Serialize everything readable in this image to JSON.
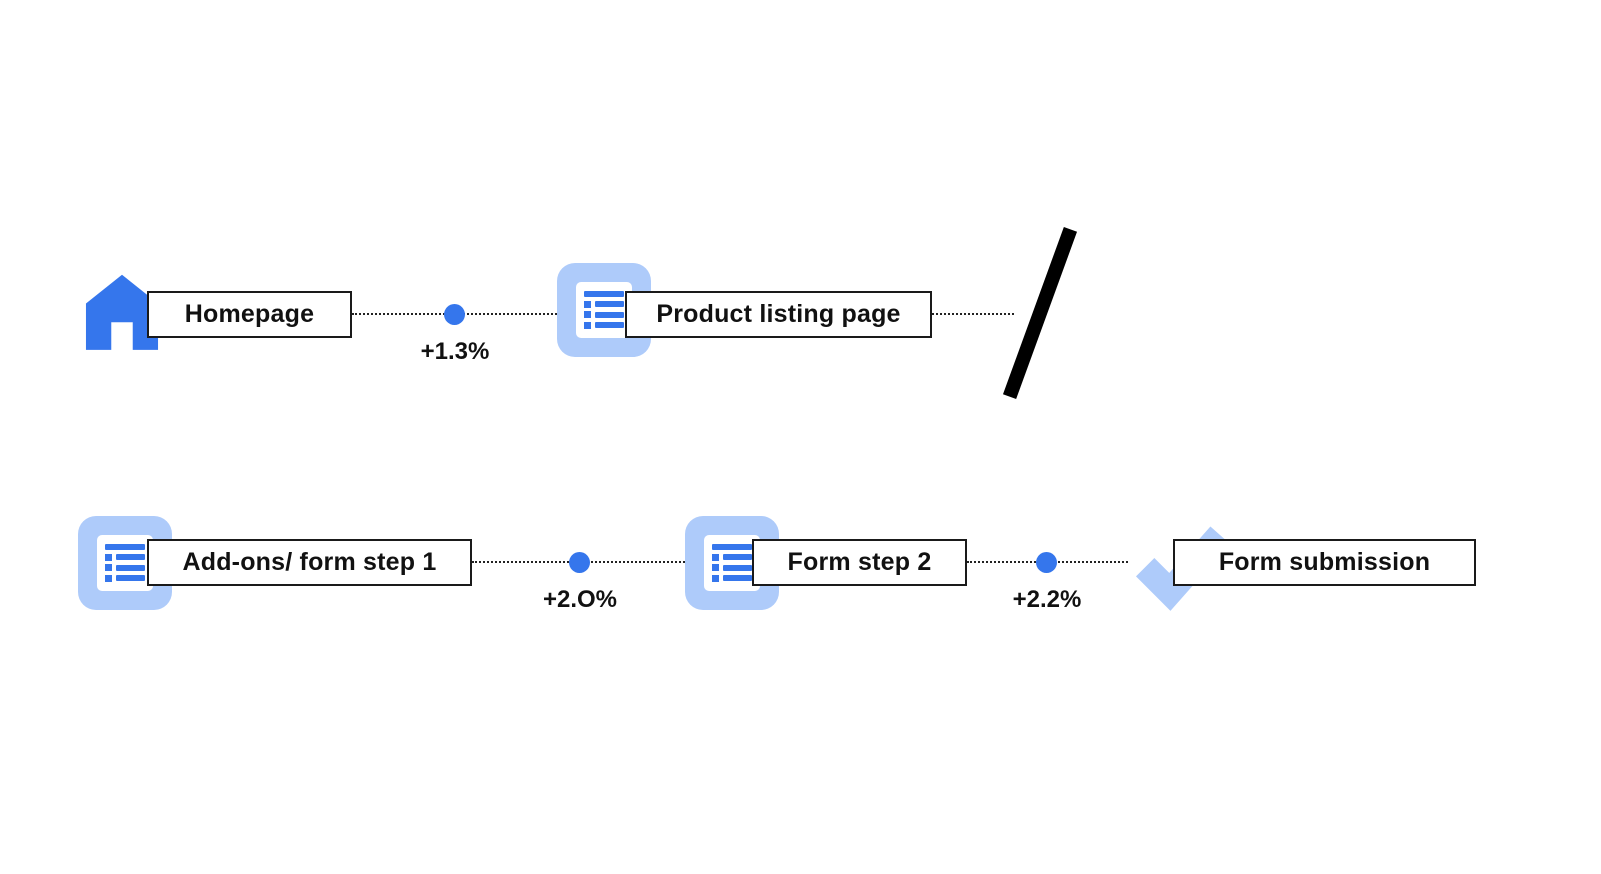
{
  "flow": {
    "rows": [
      {
        "nodes": [
          {
            "icon": "home-icon",
            "label": "Homepage"
          },
          {
            "icon": "list-icon",
            "label": "Product listing page"
          }
        ],
        "connectors": [
          {
            "label": "+1.3%"
          },
          {
            "label": "",
            "terminator": "break-slash"
          }
        ]
      },
      {
        "nodes": [
          {
            "icon": "list-icon",
            "label": "Add-ons/ form step 1"
          },
          {
            "icon": "list-icon",
            "label": "Form step 2"
          },
          {
            "icon": "check-icon",
            "label": "Form submission"
          }
        ],
        "connectors": [
          {
            "label": "+2.O%"
          },
          {
            "label": "+2.2%"
          }
        ]
      }
    ]
  },
  "colors": {
    "primary_blue": "#3576ec",
    "light_blue": "#aecbfa",
    "slash": "#000000",
    "box_border": "#1a1a1a",
    "text": "#111111",
    "connector": "#222222"
  }
}
